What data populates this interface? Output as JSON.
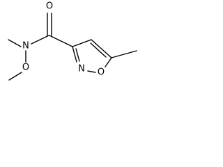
{
  "molecule": {
    "atoms": {
      "carbonyl_oxygen": "O",
      "amide_nitrogen": "N",
      "methoxy_oxygen": "O",
      "ring_nitrogen": "N",
      "ring_oxygen": "O"
    },
    "colors": {
      "bond": "#000000",
      "background": "#ffffff"
    }
  }
}
